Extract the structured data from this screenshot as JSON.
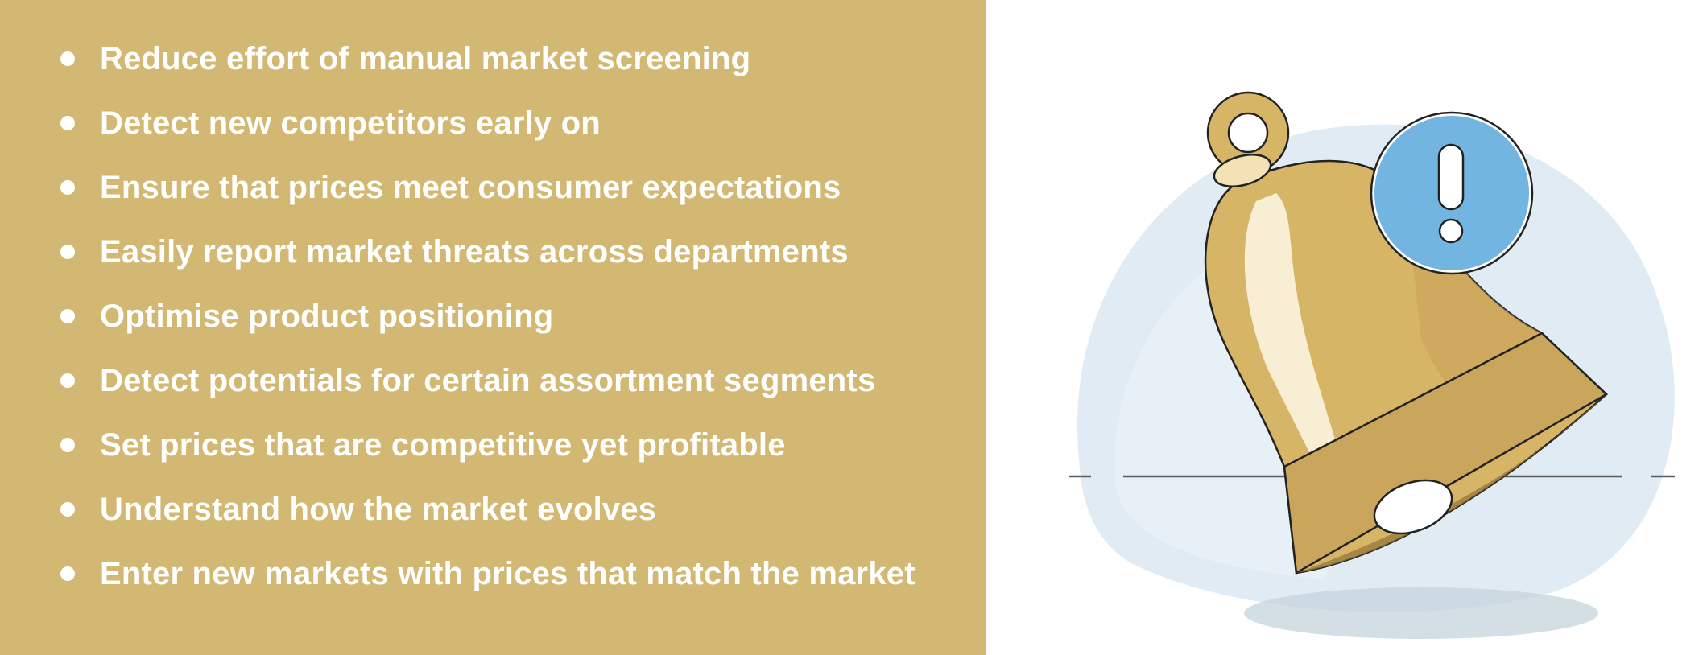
{
  "benefits": [
    "Reduce effort of manual market screening",
    "Detect new competitors early on",
    "Ensure that prices meet consumer expectations",
    "Easily report market threats across departments",
    "Optimise product positioning",
    "Detect potentials for certain assortment segments",
    "Set prices that are competitive yet profitable",
    "Understand how the market evolves",
    "Enter new markets with prices that match the market"
  ],
  "illustration": {
    "subject": "bell-with-alert"
  },
  "colors": {
    "panel": "#d2b872",
    "text": "#ffffff",
    "bell": "#d7b566",
    "alert_blue": "#5aa8dc",
    "wash_blue": "#dbe8f1"
  }
}
